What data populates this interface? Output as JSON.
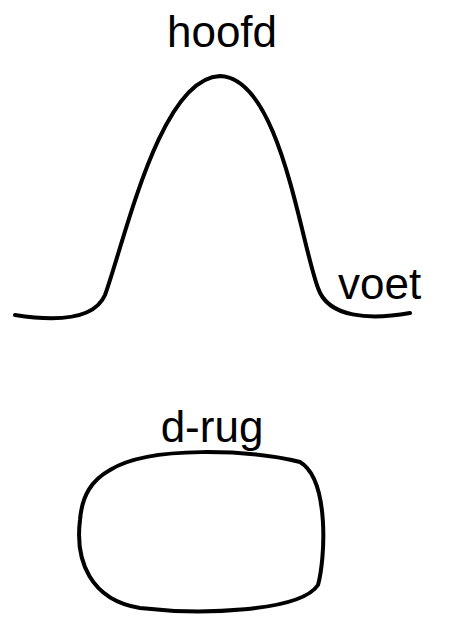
{
  "diagram": {
    "labels": [
      "hoofd",
      "voet",
      "d-rug"
    ]
  }
}
